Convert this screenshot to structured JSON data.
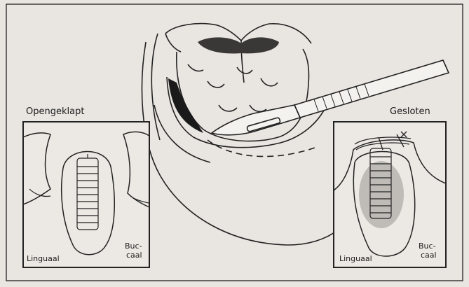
{
  "left_panel": {
    "title": "Opengeklapt",
    "label_left": "Linguaal",
    "label_right_line1": "Buc-",
    "label_right_line2": "caal"
  },
  "right_panel": {
    "title": "Gesloten",
    "label_left": "Linguaal",
    "label_right_line1": "Buc-",
    "label_right_line2": "caal"
  },
  "colors": {
    "background": "#e9e6e1",
    "ink": "#1a1a1a",
    "shading": "#6d6b68"
  }
}
